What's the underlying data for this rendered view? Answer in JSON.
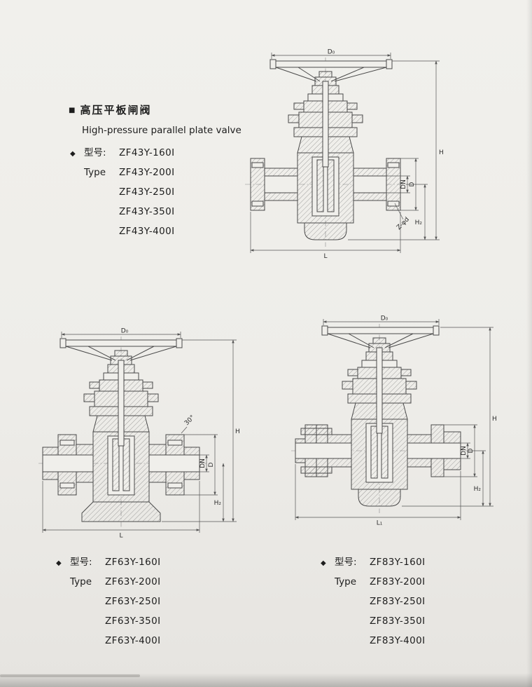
{
  "header": {
    "bullet": "■",
    "title_zh": "高压平板闸阀",
    "title_en": "High-pressure parallel plate valve"
  },
  "model_blocks": [
    {
      "diamond": "◆",
      "label_zh": "型号:",
      "label_en": "Type",
      "models": [
        "ZF43Y-160I",
        "ZF43Y-200I",
        "ZF43Y-250I",
        "ZF43Y-350I",
        "ZF43Y-400I"
      ]
    },
    {
      "diamond": "◆",
      "label_zh": "型号:",
      "label_en": "Type",
      "models": [
        "ZF63Y-160I",
        "ZF63Y-200I",
        "ZF63Y-250I",
        "ZF63Y-350I",
        "ZF63Y-400I"
      ]
    },
    {
      "diamond": "◆",
      "label_zh": "型号:",
      "label_en": "Type",
      "models": [
        "ZF83Y-160I",
        "ZF83Y-200I",
        "ZF83Y-250I",
        "ZF83Y-350I",
        "ZF83Y-400I"
      ]
    }
  ],
  "drawings": [
    {
      "id": "drawing-1",
      "labels": {
        "d0": "D₀",
        "h": "H",
        "h2": "H₂",
        "dn": "DN",
        "d": "D",
        "zphid": "Z-φd",
        "l": "L"
      }
    },
    {
      "id": "drawing-2",
      "labels": {
        "d0": "D₀",
        "h": "H",
        "h2": "H₂",
        "dn": "DN",
        "d": "D",
        "angle": "30°",
        "l": "L"
      }
    },
    {
      "id": "drawing-3",
      "labels": {
        "d0": "D₀",
        "h": "H",
        "h2": "H₂",
        "dn": "DN",
        "d": "D",
        "l1": "L₁"
      }
    }
  ]
}
